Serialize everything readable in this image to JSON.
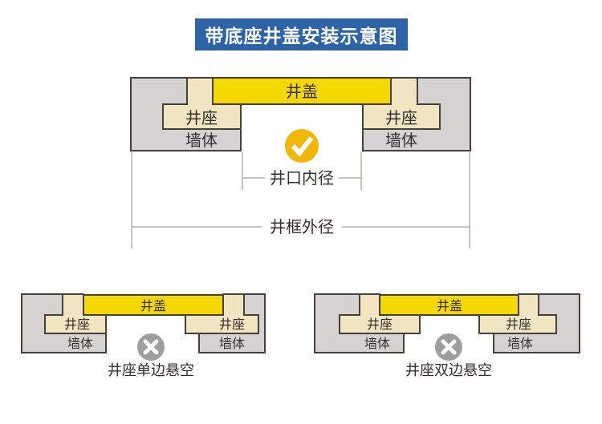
{
  "title": "带底座井盖安装示意图",
  "colors": {
    "blue": "#2c64a7",
    "cover": "#f5d802",
    "seat": "#f2e6c2",
    "wall": "#d4d3d2",
    "border": "#45403b",
    "ink": "#35302b",
    "dimline": "#b5b1ae",
    "check": "#f2b705",
    "cross": "#9e9e9e"
  },
  "main_diagram": {
    "cover_label": "井盖",
    "seat_label_left": "井座",
    "seat_label_right": "井座",
    "wall_label_left": "墙体",
    "wall_label_right": "墙体",
    "status_icon": "check",
    "inner_diameter_label": "井口内径",
    "outer_diameter_label": "井框外径"
  },
  "diagram_single_overhang": {
    "cover_label": "井盖",
    "seat_label_left": "井座",
    "seat_label_right": "井座",
    "wall_label_left": "墙体",
    "wall_label_right": "墙体",
    "status_icon": "cross",
    "caption": "井座单边悬空"
  },
  "diagram_double_overhang": {
    "cover_label": "井盖",
    "seat_label_left": "井座",
    "seat_label_right": "井座",
    "wall_label_left": "墙体",
    "wall_label_right": "墙体",
    "status_icon": "cross",
    "caption": "井座双边悬空"
  }
}
